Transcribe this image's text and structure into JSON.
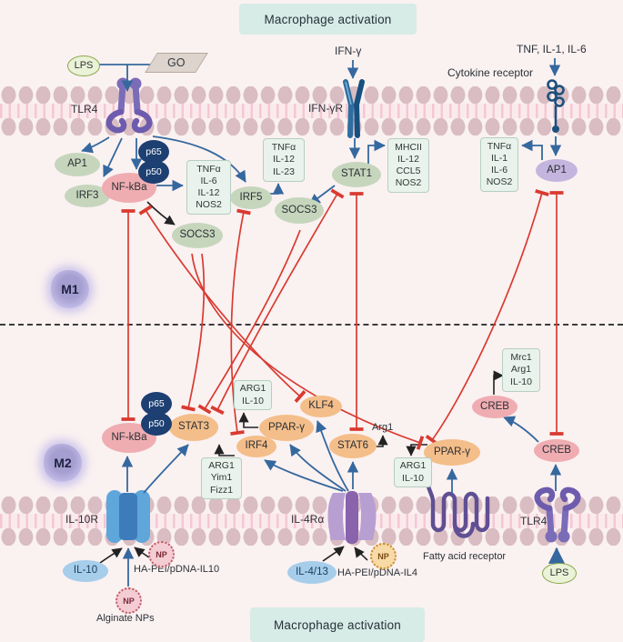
{
  "titles": {
    "top": "Macrophage activation",
    "bottom": "Macrophage activation"
  },
  "colors": {
    "background": "#faf1f1",
    "title_bg": "#d7ebe7",
    "membrane_head": "#d9bdc2",
    "green_node": "#c6d6bd",
    "pink_node": "#efadb2",
    "orange_node": "#f4be8a",
    "lavender_node": "#c4b5de",
    "navy_node": "#1d3f72",
    "lightblue_node": "#a6cdea",
    "mint_box": "#e9f2ec",
    "blue_arrow": "#35689e",
    "red_inhibit": "#d93a30",
    "black_arrow": "#222222"
  },
  "m1": {
    "section_label": "M1",
    "ligands": {
      "lps": "LPS",
      "go": "GO",
      "ifng": "IFN-γ",
      "cytokines": "TNF, IL-1, IL-6"
    },
    "receptors": {
      "tlr4": "TLR4",
      "ifngr": "IFN-γR",
      "cytokine": "Cytokine receptor"
    },
    "nodes": {
      "ap1_left": "AP1",
      "irf3": "IRF3",
      "p65": "p65",
      "p50": "p50",
      "nfkba": "NF-kBa",
      "socs3_left": "SOCS3",
      "irf5": "IRF5",
      "socs3_mid": "SOCS3",
      "stat1": "STAT1",
      "ap1_right": "AP1"
    },
    "boxes": {
      "tlr4_targets": "TNFα\nIL-6\nIL-12\nNOS2",
      "irf5_targets": "TNFα\nIL-12\nIL-23",
      "stat1_targets": "MHCII\nIL-12\nCCL5\nNOS2",
      "ap1_targets": "TNFα\nIL-1\nIL-6\nNOS2"
    }
  },
  "m2": {
    "section_label": "M2",
    "nodes": {
      "p65": "p65",
      "p50": "p50",
      "nfkba": "NF-kBa",
      "stat3": "STAT3",
      "irf4": "IRF4",
      "pparg_left": "PPAR-γ",
      "klf4": "KLF4",
      "stat6": "STAT6",
      "pparg_right": "PPAR-γ",
      "creb_upper": "CREB",
      "creb_lower": "CREB"
    },
    "boxes": {
      "stat3_targets": "ARG1\nYim1\nFizz1",
      "irf4_targets": "ARG1\nIL-10",
      "pparg_targets": "ARG1\nIL-10",
      "creb_targets": "Mrc1\nArg1\nIL-10"
    },
    "annotations": {
      "arg1": "Arg1"
    },
    "receptors": {
      "il10r": "IL-10R",
      "il4ra": "IL-4Rα",
      "fatty": "Fatty acid receptor",
      "tlr4": "TLR4"
    },
    "ligands": {
      "il10": "IL-10",
      "hapei_il10": "HA-PEI/pDNA-IL10",
      "alginate": "Alginate NPs",
      "il413": "IL-4/13",
      "hapei_il4": "HA-PEI/pDNA-IL4",
      "lps": "LPS",
      "np": "NP"
    }
  }
}
